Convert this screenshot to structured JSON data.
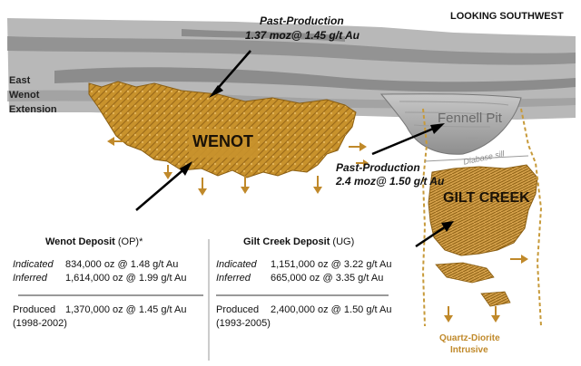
{
  "header": {
    "view_label": "LOOKING SOUTHWEST"
  },
  "labels": {
    "past_production_1_title": "Past-Production",
    "past_production_1_value": "1.37 moz@ 1.45 g/t Au",
    "east_wenot_line1": "East",
    "east_wenot_line2": "Wenot",
    "east_wenot_line3": "Extension",
    "wenot": "WENOT",
    "fennell_pit": "Fennell Pit",
    "diabase_sill": "Diabase sill",
    "past_production_2_title": "Past-Production",
    "past_production_2_value": "2.4 moz@ 1.50 g/t Au",
    "gilt_creek": "GILT CREEK",
    "quartz_diorite_line1": "Quartz-Diorite",
    "quartz_diorite_line2": "Intrusive"
  },
  "wenot_table": {
    "title_main": "Wenot Deposit",
    "title_suffix": " (OP)*",
    "rows": [
      {
        "key": "Indicated",
        "value": "834,000 oz @ 1.48 g/t Au"
      },
      {
        "key": "Inferred",
        "value": "1,614,000 oz @ 1.99 g/t Au"
      }
    ],
    "produced_key": "Produced",
    "produced_value": "1,370,000 oz @ 1.45 g/t Au",
    "produced_years": "(1998-2002)"
  },
  "gilt_table": {
    "title_main": "Gilt Creek Deposit",
    "title_suffix": " (UG)",
    "rows": [
      {
        "key": "Indicated",
        "value": "1,151,000 oz @ 3.22 g/t Au"
      },
      {
        "key": "Inferred",
        "value": "665,000 oz @ 3.35 g/t Au"
      }
    ],
    "produced_key": "Produced",
    "produced_value": "2,400,000 oz @ 1.50 g/t Au",
    "produced_years": "(1993-2005)"
  },
  "colors": {
    "ore_gold": "#C8922C",
    "ore_dark": "#8A5E12",
    "host_rock": "#B8B8B8",
    "host_rock_band": "#7E7E7E",
    "arrow_gold": "#C0892A",
    "intrusive_outline": "#C79A3A"
  }
}
